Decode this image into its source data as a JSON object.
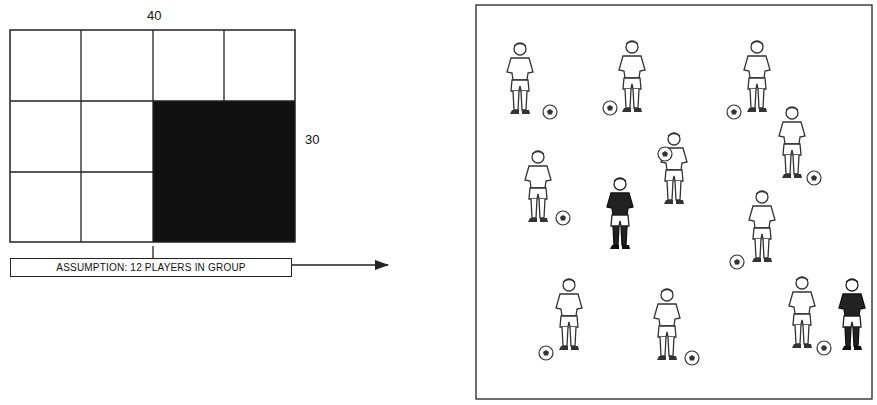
{
  "diagram": {
    "nodes": [
      {
        "text": [
          "ASSUMPTION: 12 PLAYERS IN GROUP"
        ]
      }
    ],
    "labels": [
      "40",
      "30"
    ]
  }
}
